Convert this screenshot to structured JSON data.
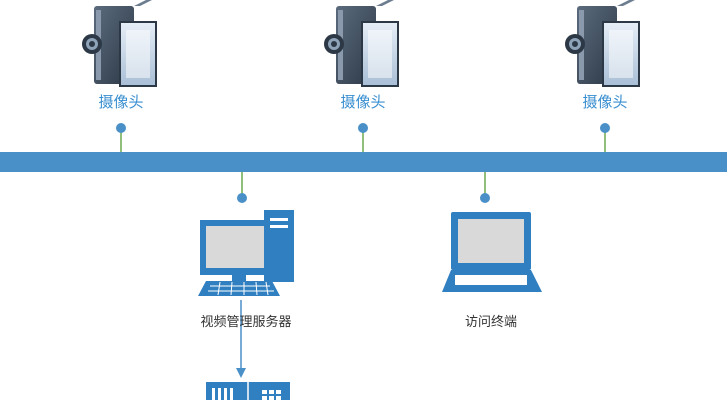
{
  "colors": {
    "bus": "#4a90c8",
    "connector": "#6aa84f",
    "device_blue": "#2f7fc1",
    "label_blue": "#3a8fd0",
    "camera_body": "#3c4a5a",
    "camera_face": "#c9d9ea"
  },
  "nodes": {
    "camera_1": {
      "label": "摄像头",
      "icon": "video-camera-icon"
    },
    "camera_2": {
      "label": "摄像头",
      "icon": "video-camera-icon"
    },
    "camera_3": {
      "label": "摄像头",
      "icon": "video-camera-icon"
    },
    "server": {
      "label": "视频管理服务器",
      "icon": "desktop-computer-icon"
    },
    "client": {
      "label": "访问终端",
      "icon": "laptop-icon"
    },
    "storage": {
      "icon": "storage-device-icon"
    }
  }
}
